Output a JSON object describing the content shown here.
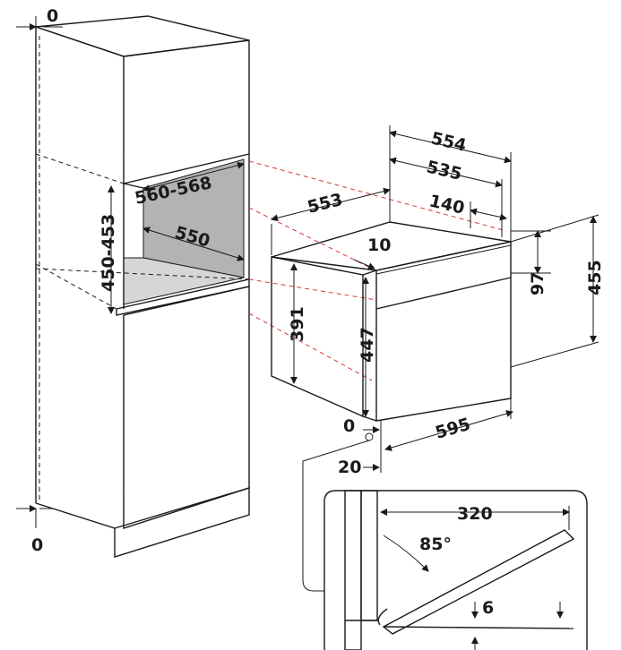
{
  "labels": {
    "cab_top_gap": "0",
    "cab_bottom_gap": "0",
    "niche_height": "450-453",
    "niche_width": "560-568",
    "niche_depth": "550",
    "oven_depth": "553",
    "oven_top_width": "554",
    "oven_body_width": "535",
    "rear_offset": "140",
    "top_lip": "10",
    "panel_height": "97",
    "front_height": "455",
    "side_height": "391",
    "body_height": "447",
    "front_width": "595",
    "bottom_gap": "0",
    "door_offset": "20",
    "door_swing": "320",
    "door_angle": "85°",
    "door_clearance": "6"
  },
  "colors": {
    "line": "#1a1a1a",
    "guide": "#d23b3b",
    "niche_back": "#b3b3b3",
    "niche_floor": "#d6d6d6"
  }
}
